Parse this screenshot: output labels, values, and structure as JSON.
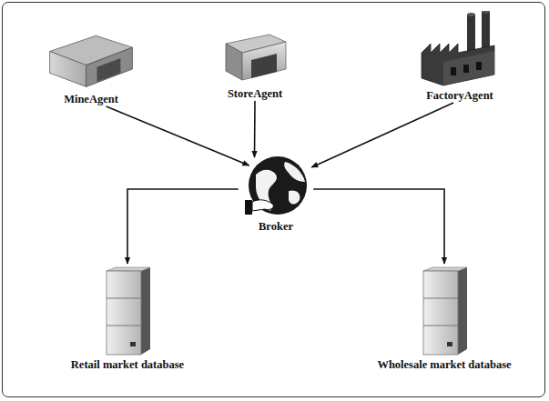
{
  "diagram": {
    "nodes": [
      {
        "text": [
          "MineAgent"
        ]
      },
      {
        "text": [
          "StoreAgent"
        ]
      },
      {
        "text": [
          "FactoryAgent"
        ]
      },
      {
        "text": [
          "Broker"
        ]
      },
      {
        "text": [
          "Retail market database"
        ]
      },
      {
        "text": [
          "Wholesale market database"
        ]
      }
    ],
    "edges": [
      {
        "from": 0,
        "to": 3,
        "arrow": "to"
      },
      {
        "from": 1,
        "to": 3,
        "arrow": "to"
      },
      {
        "from": 2,
        "to": 3,
        "arrow": "to"
      },
      {
        "from": 3,
        "to": 4,
        "arrow": "to"
      },
      {
        "from": 3,
        "to": 5,
        "arrow": "to"
      }
    ]
  }
}
